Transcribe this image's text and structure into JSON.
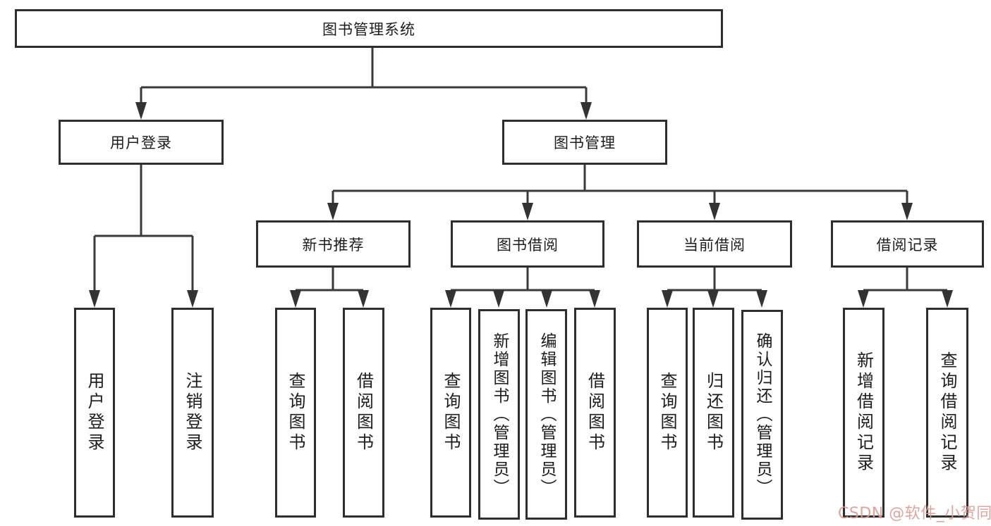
{
  "nodes": {
    "root": "图书管理系统",
    "user_login": "用户登录",
    "book_mgmt": "图书管理",
    "new_book": "新书推荐",
    "book_borrow": "图书借阅",
    "current_borrow": "当前借阅",
    "borrow_records": "借阅记录",
    "leaves": {
      "user": [
        "用户登录",
        "注销登录"
      ],
      "newbook": [
        "查询图书",
        "借阅图书"
      ],
      "borrow": [
        "查询图书",
        "新增图书（管理员）",
        "编辑图书（管理员）",
        "借阅图书"
      ],
      "current": [
        "查询图书",
        "归还图书",
        "确认归还（管理员）"
      ],
      "records": [
        "新增借阅记录",
        "查询借阅记录"
      ]
    }
  },
  "watermark": {
    "text": "CSDN @软件_小贺同学",
    "color": "#dd9b94"
  },
  "colors": {
    "line": "#3a3a3a",
    "box_border": "#2e2e2e",
    "background": "#ffffff",
    "text": "#1c1c1c"
  }
}
